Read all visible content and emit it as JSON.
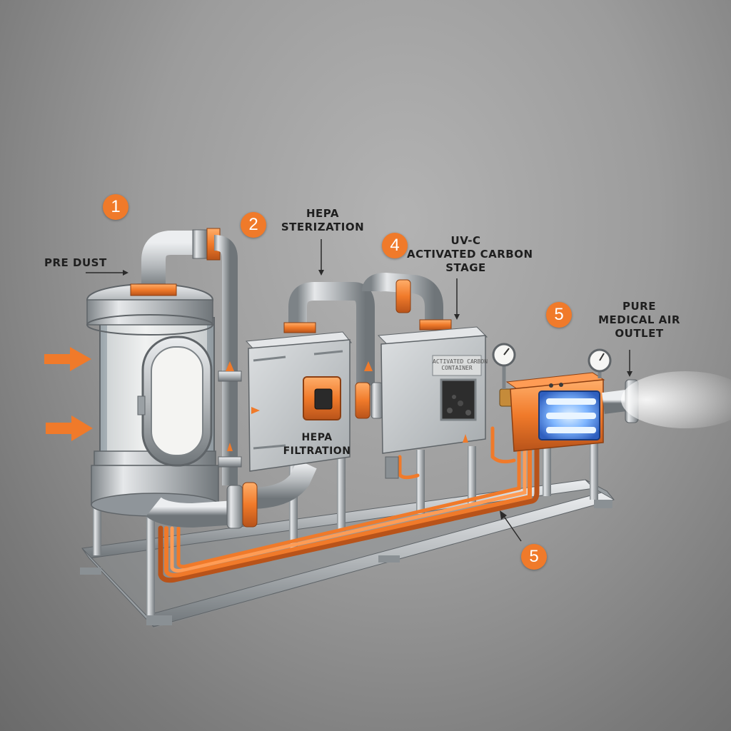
{
  "colors": {
    "accent": "#f07a2a",
    "steel": "#c9ccce",
    "steel_dark": "#7d8387",
    "uv_glow": "#7fb6ff",
    "label_text": "#1f1f1f",
    "background": "#9c9c9c"
  },
  "badges": [
    {
      "id": "badge-1",
      "number": "1"
    },
    {
      "id": "badge-2",
      "number": "2"
    },
    {
      "id": "badge-4",
      "number": "4"
    },
    {
      "id": "badge-5-top",
      "number": "5"
    },
    {
      "id": "badge-5-bottom",
      "number": "5"
    }
  ],
  "labels": {
    "pre_dust": "PRE DUST",
    "hepa_sterization": [
      "HEPA",
      "STERIZATION"
    ],
    "uvc_stage": [
      "UV-C",
      "ACTIVATED CARBON",
      "STAGE"
    ],
    "pure_outlet": [
      "PURE",
      "MEDICAL AIR",
      "OUTLET"
    ],
    "hepa_filtration": [
      "HEPA",
      "FILTRATION"
    ]
  },
  "plate_text": [
    "ACTIVATED CARBON",
    "CONTAINER"
  ],
  "icons": [
    "inlet-arrow-icon",
    "pressure-gauge-icon",
    "uv-lamp-icon",
    "callout-arrow-icon"
  ]
}
